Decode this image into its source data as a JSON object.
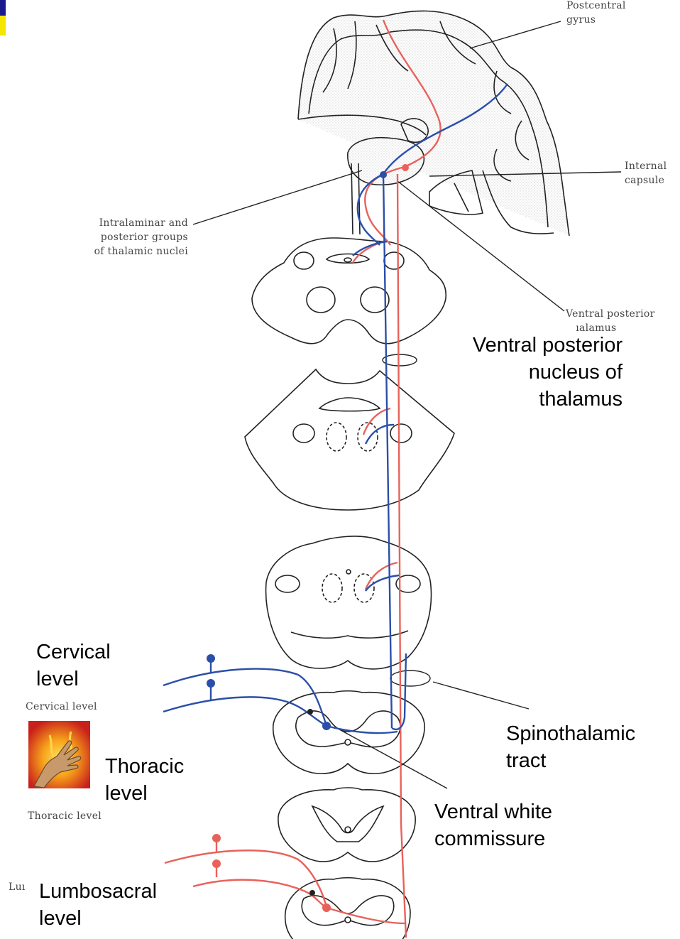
{
  "scan_labels": {
    "postcentral": "Postcentral\ngyrus",
    "internal_capsule": "Internal\ncapsule",
    "intralaminar": "Intralaminar and\nposterior groups\nof thalamic nuclei",
    "ventral_posterior_small": "Ventral posterior\n   ıalamus",
    "cervical_small": "Cervical level",
    "thoracic_small": "Thoracic level",
    "lumbo_small": "Luı"
  },
  "overlay_labels": {
    "vpn": "Ventral posterior\nnucleus of\nthalamus",
    "cervical": "Cervical\nlevel",
    "thoracic": "Thoracic\nlevel",
    "lumbosacral": "Lumbosacral\nlevel",
    "spinothalamic": "Spinothalamic\ntract",
    "ventral_white": "Ventral white\ncommissure"
  },
  "colors": {
    "pathway_red": "#e8625a",
    "pathway_blue": "#2b4fa8",
    "outline": "#222222"
  },
  "icons": {
    "pain_hand": "burning-hand-icon"
  }
}
